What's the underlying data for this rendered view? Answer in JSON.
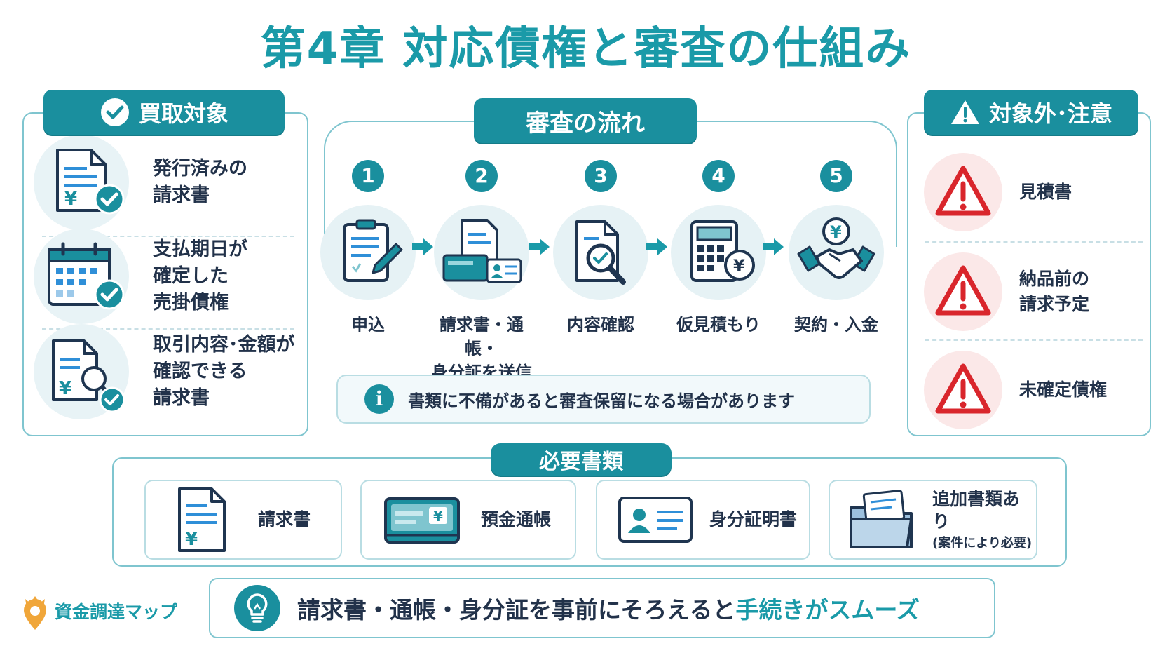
{
  "title": "第4章 対応債権と審査の仕組み",
  "purchase_targets": {
    "heading": "買取対象",
    "items": [
      {
        "label": "発行済みの\n請求書",
        "icon": "invoice-check-icon"
      },
      {
        "label": "支払期日が\n確定した\n売掛債権",
        "icon": "calendar-check-icon"
      },
      {
        "label": "取引内容･金額が\n確認できる\n請求書",
        "icon": "invoice-magnifier-check-icon"
      }
    ]
  },
  "review_flow": {
    "heading": "審査の流れ",
    "steps": [
      {
        "number": "1",
        "label": "申込",
        "icon": "clipboard-pen-icon"
      },
      {
        "number": "2",
        "label": "請求書・通帳・\n身分証を送信",
        "icon": "documents-id-icon"
      },
      {
        "number": "3",
        "label": "内容確認",
        "icon": "document-magnifier-icon"
      },
      {
        "number": "4",
        "label": "仮見積もり",
        "icon": "calculator-yen-icon"
      },
      {
        "number": "5",
        "label": "契約・入金",
        "icon": "handshake-yen-icon"
      }
    ],
    "notice": "書類に不備があると審査保留になる場合があります",
    "notice_icon": "info-icon"
  },
  "excluded": {
    "heading": "対象外･注意",
    "items": [
      {
        "label": "見積書",
        "icon": "warning-icon"
      },
      {
        "label": "納品前の\n請求予定",
        "icon": "warning-icon"
      },
      {
        "label": "未確定債権",
        "icon": "warning-icon"
      }
    ]
  },
  "required_documents": {
    "heading": "必要書類",
    "items": [
      {
        "label": "請求書",
        "icon": "invoice-yen-icon"
      },
      {
        "label": "預金通帳",
        "icon": "bankbook-icon"
      },
      {
        "label": "身分証明書",
        "icon": "id-card-icon"
      },
      {
        "label": "追加書類あり",
        "sub": "(案件により必要)",
        "icon": "folder-icon"
      }
    ]
  },
  "tip": {
    "text": "請求書・通帳・身分証を事前にそろえると",
    "accent": "手続きがスムーズ",
    "icon": "lightbulb-icon"
  },
  "logo": {
    "text": "資金調達マップ",
    "icon": "crown-pin-icon"
  },
  "colors": {
    "teal": "#1a8f9e",
    "title_teal": "#1a9aa8",
    "warning_red": "#d9262c",
    "navy": "#1f3550"
  }
}
